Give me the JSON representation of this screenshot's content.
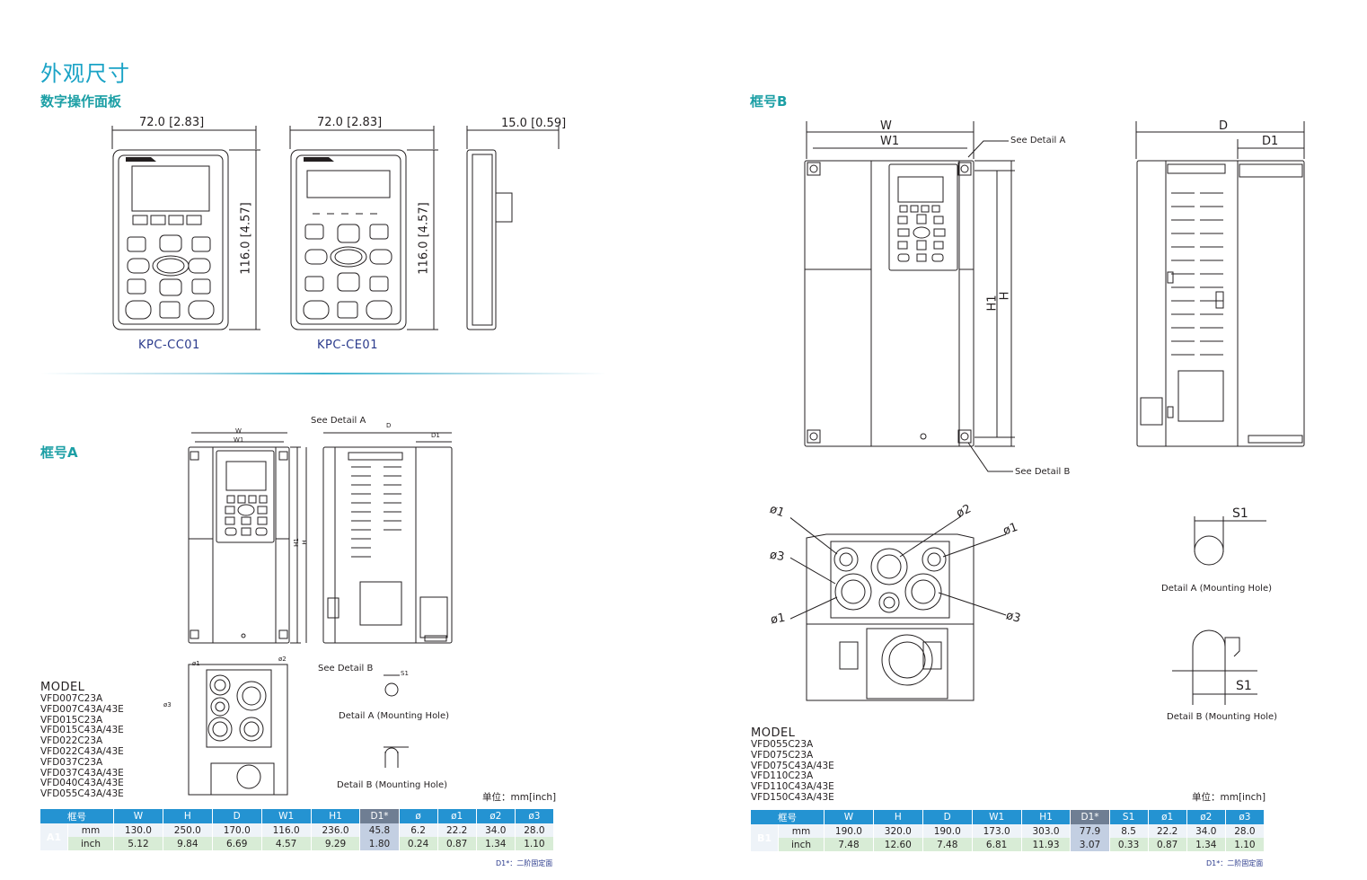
{
  "header": {
    "title": "外观尺寸",
    "keypad_heading": "数字操作面板",
    "frame_a_heading": "框号A",
    "frame_b_heading": "框号B"
  },
  "keypad": {
    "dim_width_cc": "72.0 [2.83]",
    "dim_width_ce": "72.0 [2.83]",
    "dim_depth": "15.0 [0.59]",
    "dim_height_cc": "116.0 [4.57]",
    "dim_height_ce": "116.0 [4.57]",
    "model_cc": "KPC-CC01",
    "model_ce": "KPC-CE01"
  },
  "frame_a": {
    "dim_w": "W",
    "dim_w1": "W1",
    "dim_d": "D",
    "dim_d1": "D1",
    "dim_h": "H",
    "dim_h1": "H1",
    "see_detail_a": "See Detail A",
    "see_detail_b": "See Detail B",
    "phi1": "ø1",
    "phi2": "ø2",
    "phi3": "ø3",
    "s1": "S1",
    "detail_a_caption": "Detail A (Mounting Hole)",
    "detail_b_caption": "Detail B (Mounting Hole)",
    "model_title": "MODEL",
    "models": [
      "VFD007C23A",
      "VFD007C43A/43E",
      "VFD015C23A",
      "VFD015C43A/43E",
      "VFD022C23A",
      "VFD022C43A/43E",
      "VFD037C23A",
      "VFD037C43A/43E",
      "VFD040C43A/43E",
      "VFD055C43A/43E"
    ],
    "unit": "单位：mm[inch]",
    "table": {
      "headers": [
        "框号",
        "W",
        "H",
        "D",
        "W1",
        "H1",
        "D1*",
        "ø",
        "ø1",
        "ø2",
        "ø3"
      ],
      "frame": "A1",
      "mm_label": "mm",
      "inch_label": "inch",
      "mm": [
        "130.0",
        "250.0",
        "170.0",
        "116.0",
        "236.0",
        "45.8",
        "6.2",
        "22.2",
        "34.0",
        "28.0"
      ],
      "inch": [
        "5.12",
        "9.84",
        "6.69",
        "4.57",
        "9.29",
        "1.80",
        "0.24",
        "0.87",
        "1.34",
        "1.10"
      ]
    },
    "d1_note": "D1*：二阶固定面"
  },
  "frame_b": {
    "dim_w": "W",
    "dim_w1": "W1",
    "dim_d": "D",
    "dim_d1": "D1",
    "dim_h": "H",
    "dim_h1": "H1",
    "see_detail_a": "See Detail A",
    "see_detail_b": "See Detail B",
    "phi1_a": "ø1",
    "phi2": "ø2",
    "phi1_b": "ø1",
    "phi3_a": "ø3",
    "phi1_c": "ø1",
    "phi3_b": "ø3",
    "s1_a": "S1",
    "s1_b": "S1",
    "detail_a_caption": "Detail A (Mounting Hole)",
    "detail_b_caption": "Detail B (Mounting Hole)",
    "model_title": "MODEL",
    "models": [
      "VFD055C23A",
      "VFD075C23A",
      "VFD075C43A/43E",
      "VFD110C23A",
      "VFD110C43A/43E",
      "VFD150C43A/43E"
    ],
    "unit": "单位：mm[inch]",
    "table": {
      "headers": [
        "框号",
        "W",
        "H",
        "D",
        "W1",
        "H1",
        "D1*",
        "S1",
        "ø1",
        "ø2",
        "ø3"
      ],
      "frame": "B1",
      "mm_label": "mm",
      "inch_label": "inch",
      "mm": [
        "190.0",
        "320.0",
        "190.0",
        "173.0",
        "303.0",
        "77.9",
        "8.5",
        "22.2",
        "34.0",
        "28.0"
      ],
      "inch": [
        "7.48",
        "12.60",
        "7.48",
        "6.81",
        "11.93",
        "3.07",
        "0.33",
        "0.87",
        "1.34",
        "1.10"
      ]
    },
    "d1_note": "D1*：二阶固定面"
  }
}
